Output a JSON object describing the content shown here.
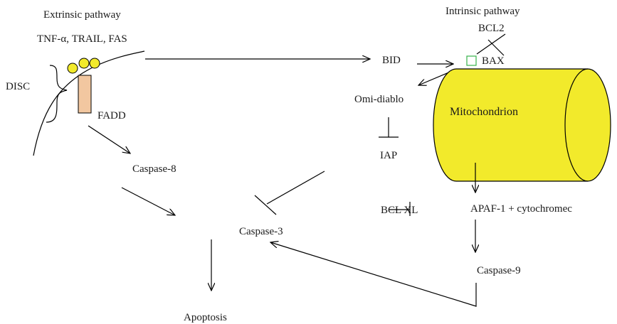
{
  "labels": {
    "extrinsic_pathway": "Extrinsic pathway",
    "ligands": "TNF-α, TRAIL, FAS",
    "intrinsic_pathway": "Intrinsic pathway",
    "bcl2": "BCL2",
    "bid": "BID",
    "bax": "BAX",
    "omi_diablo": "Omi-diablo",
    "mitochondrion": "Mitochondrion",
    "disc": "DISC",
    "fadd": "FADD",
    "iap": "IAP",
    "caspase8": "Caspase-8",
    "caspase3": "Caspase-3",
    "bcl_xl": "BCL XL",
    "apaf1": "APAF-1 + cytochromec",
    "caspase9": "Caspase-9",
    "apoptosis": "Apoptosis"
  },
  "colors": {
    "mitochondrion_fill": "#f2ea2b",
    "disc_receptor_fill": "#f2c7a0",
    "disc_circle_fill": "#f2ea2b",
    "bax_marker": "#36b24a",
    "line": "#000000"
  }
}
